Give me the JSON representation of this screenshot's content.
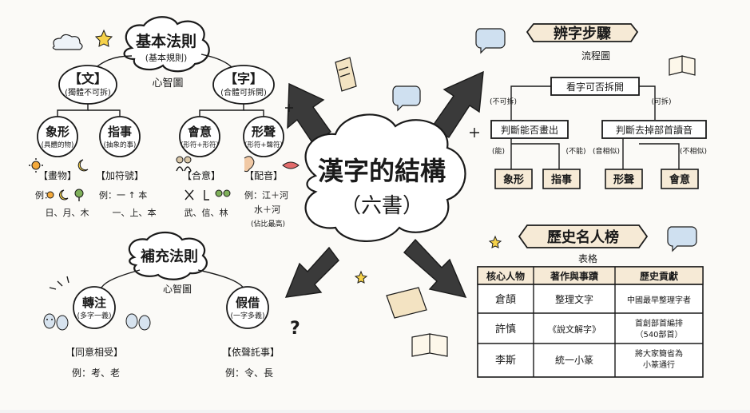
{
  "center": {
    "title": "漢字的結構",
    "subtitle": "（六書）"
  },
  "basic": {
    "title": "基本法則",
    "subtitle": "(基本規則)",
    "caption": "心智圖",
    "wen": {
      "title": "【文】",
      "sub": "(獨體不可拆)"
    },
    "zi": {
      "title": "【字】",
      "sub": "(合體可拆開)"
    },
    "xiangxing": {
      "title": "象形",
      "sub": "(具體的物)",
      "tag": "【畫物】",
      "ex1": "例：",
      "ex2": "日、月、木"
    },
    "zhishi": {
      "title": "指事",
      "sub": "(抽象的事)",
      "tag": "【加符號】",
      "ex1": "例：一 ↑ 本",
      "ex2": "一、上、本"
    },
    "huiyi": {
      "title": "會意",
      "sub": "(形符+形符)",
      "tag": "【合意】",
      "ex2": "武、信、林"
    },
    "xingsheng": {
      "title": "形聲",
      "sub": "(形符+聲符)",
      "tag": "【配音】",
      "ex1": "例：江＋河",
      "ex2": "水＋河",
      "ex3": "(佔比最高)"
    }
  },
  "supplement": {
    "title": "補充法則",
    "caption": "心智圖",
    "zhuanzhu": {
      "title": "轉注",
      "sub": "(多字一義)",
      "tag": "【同意相受】",
      "ex": "例：考、老"
    },
    "jiajie": {
      "title": "假借",
      "sub": "(一字多義)",
      "tag": "【依聲託事】",
      "ex": "例：令、長"
    }
  },
  "steps": {
    "title": "辨字步驟",
    "caption": "流程圖",
    "q1": "看字可否拆開",
    "no": "(不可拆)",
    "yes": "(可拆)",
    "q2": "判斷能否畫出",
    "q3": "判斷去掉部首讀音",
    "can": "(能)",
    "cannot": "(不能)",
    "similar": "(音相似)",
    "notsimilar": "(不相似)",
    "r1": "象形",
    "r2": "指事",
    "r3": "形聲",
    "r4": "會意"
  },
  "history": {
    "title": "歷史名人榜",
    "caption": "表格",
    "headers": [
      "核心人物",
      "著作與事蹟",
      "歷史貢獻"
    ],
    "rows": [
      [
        "倉頡",
        "整理文字",
        "中國最早整理字者",
        ""
      ],
      [
        "許慎",
        "《說文解字》",
        "首創部首編排",
        "（540部首）"
      ],
      [
        "李斯",
        "統一小篆",
        "將大家簡省為",
        "小篆通行"
      ]
    ]
  },
  "icons": [
    "cloud-icon",
    "star-icon",
    "sun-icon",
    "moon-icon",
    "tree-icon",
    "ear-icon",
    "lips-icon",
    "people-icon",
    "scroll-icon",
    "book-icon",
    "speech-bubble-icon",
    "lightbulb-icon",
    "question-icon"
  ]
}
